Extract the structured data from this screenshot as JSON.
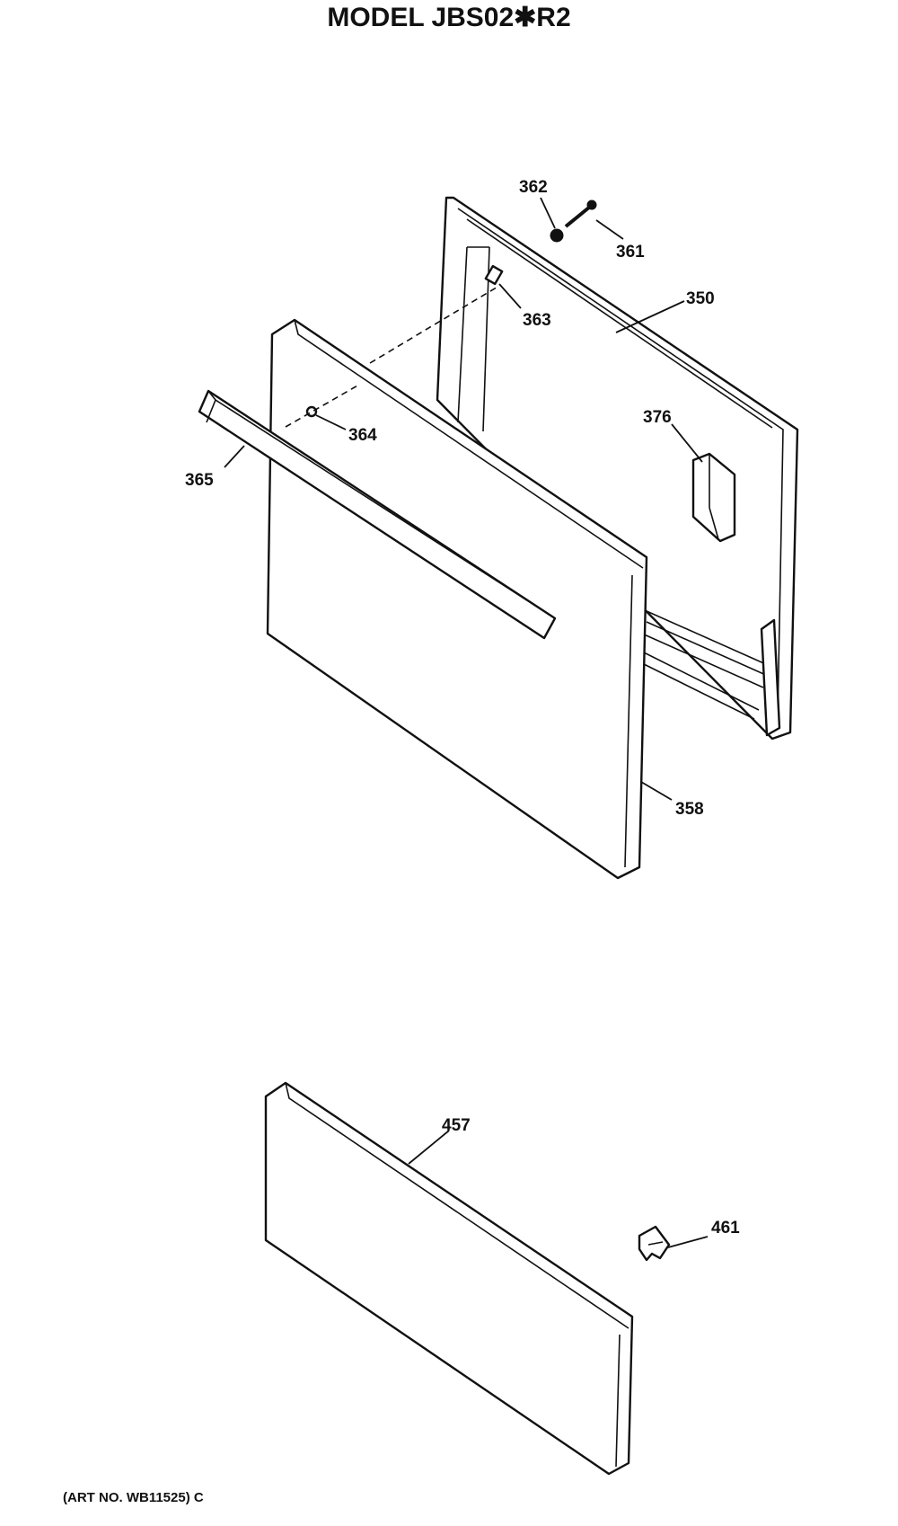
{
  "title": "MODEL JBS02✱R2",
  "art_number": "(ART NO. WB11525) C",
  "part_labels": {
    "p350": "350",
    "p358": "358",
    "p361": "361",
    "p362": "362",
    "p363": "363",
    "p364": "364",
    "p365": "365",
    "p376": "376",
    "p457": "457",
    "p461": "461"
  }
}
